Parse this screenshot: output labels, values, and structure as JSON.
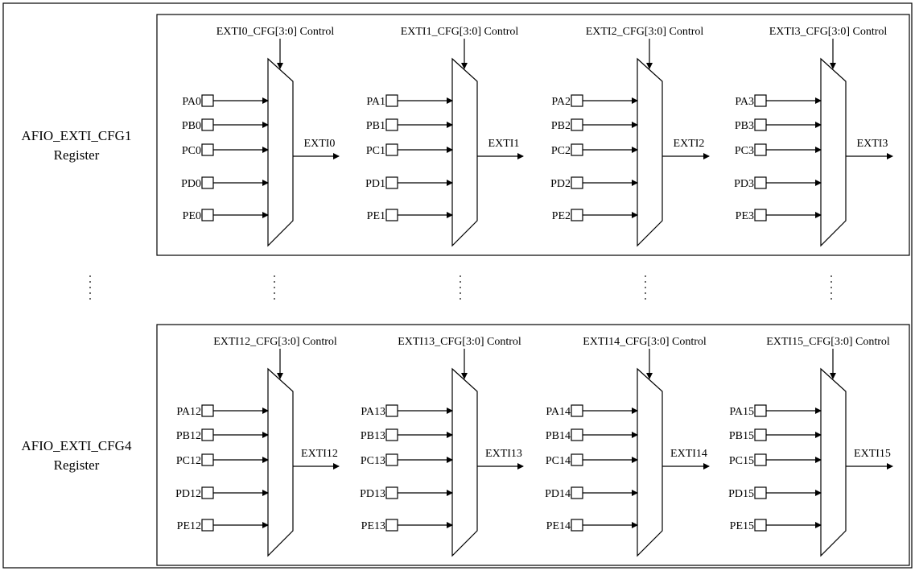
{
  "registers": [
    {
      "name": "AFIO_EXTI_CFG1",
      "suffix": "Register",
      "muxes": [
        {
          "control": "EXTI0_CFG[3:0] Control",
          "output": "EXTI0",
          "inputs": [
            "PA0",
            "PB0",
            "PC0",
            "PD0",
            "PE0"
          ]
        },
        {
          "control": "EXTI1_CFG[3:0] Control",
          "output": "EXTI1",
          "inputs": [
            "PA1",
            "PB1",
            "PC1",
            "PD1",
            "PE1"
          ]
        },
        {
          "control": "EXTI2_CFG[3:0] Control",
          "output": "EXTI2",
          "inputs": [
            "PA2",
            "PB2",
            "PC2",
            "PD2",
            "PE2"
          ]
        },
        {
          "control": "EXTI3_CFG[3:0] Control",
          "output": "EXTI3",
          "inputs": [
            "PA3",
            "PB3",
            "PC3",
            "PD3",
            "PE3"
          ]
        }
      ]
    },
    {
      "name": "AFIO_EXTI_CFG4",
      "suffix": "Register",
      "muxes": [
        {
          "control": "EXTI12_CFG[3:0] Control",
          "output": "EXTI12",
          "inputs": [
            "PA12",
            "PB12",
            "PC12",
            "PD12",
            "PE12"
          ]
        },
        {
          "control": "EXTI13_CFG[3:0] Control",
          "output": "EXTI13",
          "inputs": [
            "PA13",
            "PB13",
            "PC13",
            "PD13",
            "PE13"
          ]
        },
        {
          "control": "EXTI14_CFG[3:0] Control",
          "output": "EXTI14",
          "inputs": [
            "PA14",
            "PB14",
            "PC14",
            "PD14",
            "PE14"
          ]
        },
        {
          "control": "EXTI15_CFG[3:0] Control",
          "output": "EXTI15",
          "inputs": [
            "PA15",
            "PB15",
            "PC15",
            "PD15",
            "PE15"
          ]
        }
      ]
    }
  ]
}
